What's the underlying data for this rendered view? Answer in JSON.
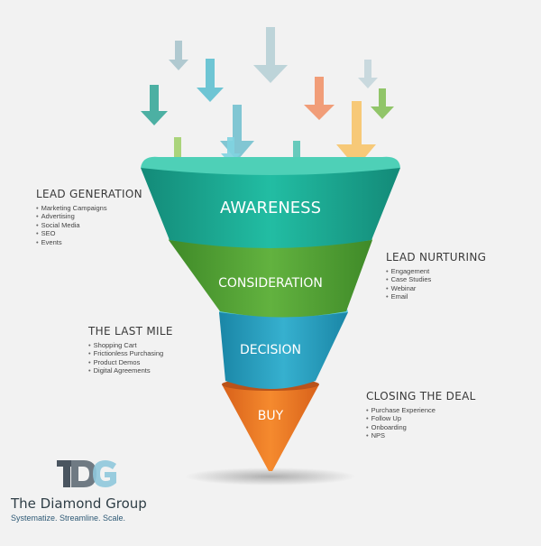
{
  "funnel": {
    "stages": [
      {
        "label": "AWARENESS",
        "color": "#1fb79e"
      },
      {
        "label": "CONSIDERATION",
        "color": "#5aa93b"
      },
      {
        "label": "DECISION",
        "color": "#2aa2c4"
      },
      {
        "label": "BUY",
        "color": "#ef7d25"
      }
    ]
  },
  "sections": {
    "lead_generation": {
      "title": "LEAD GENERATION",
      "items": [
        "Marketing Campaigns",
        "Advertising",
        "Social Media",
        "SEO",
        "Events"
      ]
    },
    "lead_nurturing": {
      "title": "LEAD NURTURING",
      "items": [
        "Engagement",
        "Case Studies",
        "Webinar",
        "Email"
      ]
    },
    "last_mile": {
      "title": "THE LAST MILE",
      "items": [
        "Shopping Cart",
        "Frictionless Purchasing",
        "Product Demos",
        "Digital Agreements"
      ]
    },
    "closing_deal": {
      "title": "CLOSING THE DEAL",
      "items": [
        "Purchase Experience",
        "Follow Up",
        "Onboarding",
        "NPS"
      ]
    }
  },
  "brand": {
    "monogram": "TDG",
    "name": "The Diamond Group",
    "tagline": "Systematize. Streamline. Scale."
  },
  "arrow_colors": [
    "#a9c4cc",
    "#5fc0d0",
    "#b7d0d6",
    "#f1936a",
    "#c4d6dc",
    "#3aa99a",
    "#74c1cf",
    "#86c05a",
    "#a2d06e",
    "#7fd3e0",
    "#58c5b6",
    "#f7c46a"
  ]
}
